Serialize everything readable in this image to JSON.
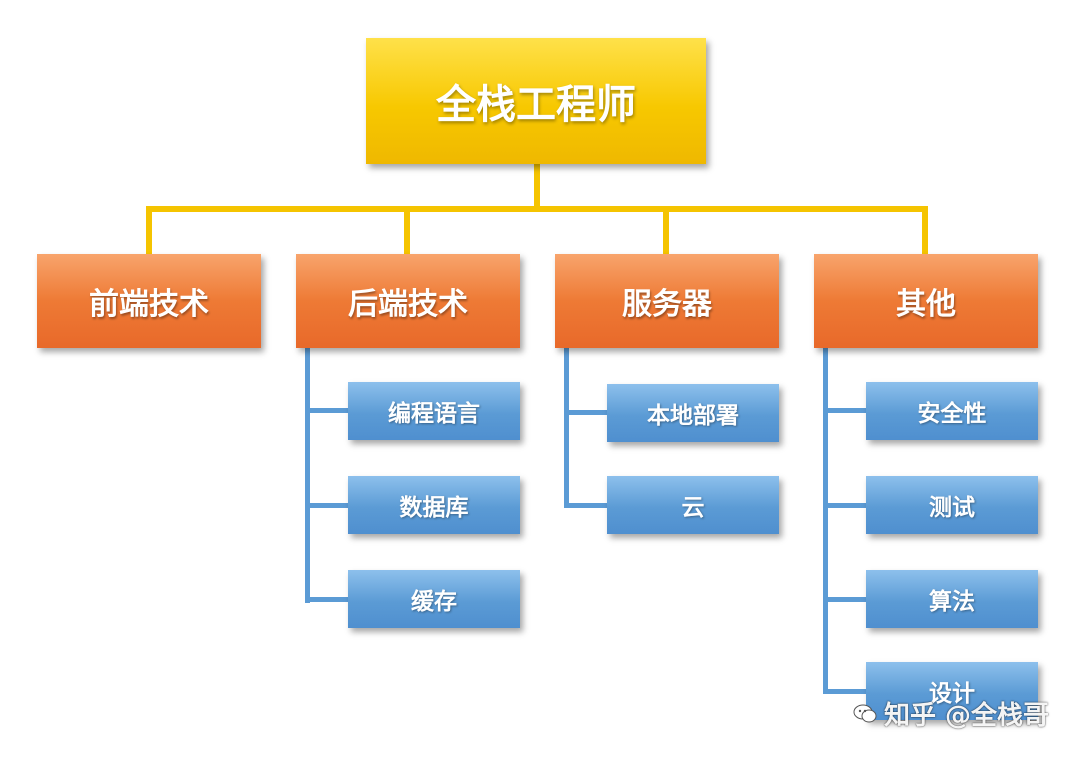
{
  "root": {
    "label": "全栈工程师"
  },
  "categories": [
    {
      "label": "前端技术",
      "items": []
    },
    {
      "label": "后端技术",
      "items": [
        "编程语言",
        "数据库",
        "缓存"
      ]
    },
    {
      "label": "服务器",
      "items": [
        "本地部署",
        "云"
      ]
    },
    {
      "label": "其他",
      "items": [
        "安全性",
        "测试",
        "算法",
        "设计"
      ]
    }
  ],
  "colors": {
    "root": "#f7c800",
    "category": "#ee7a35",
    "leaf": "#5b9bd5",
    "connector_top": "#f5c400",
    "connector_sub": "#5b9bd5"
  },
  "watermark": {
    "icon": "zhihu-logo-icon",
    "text": "知乎 @全栈哥"
  }
}
